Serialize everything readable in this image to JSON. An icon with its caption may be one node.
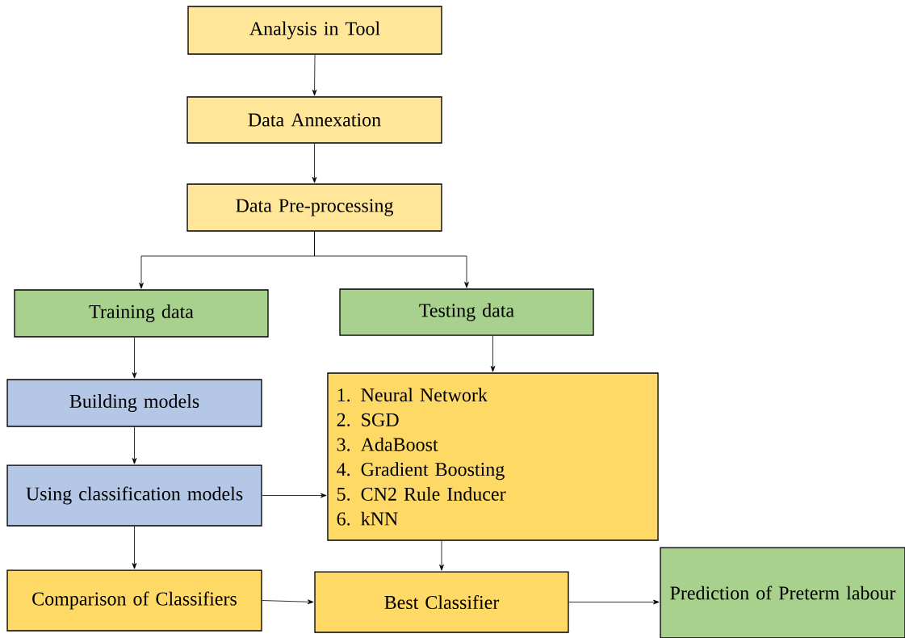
{
  "diagram": {
    "nodes": [
      {
        "text": [
          "Analysis in Tool"
        ]
      },
      {
        "text": [
          "Data Annexation"
        ]
      },
      {
        "text": [
          "Data Pre-processing"
        ]
      },
      {
        "text": [
          "Training data"
        ]
      },
      {
        "text": [
          "Testing  data"
        ]
      },
      {
        "text": [
          "Building models"
        ]
      },
      {
        "text": [
          "Using classification models"
        ]
      },
      {
        "text": [
          "1.  Neural Network",
          "2.  SGD",
          "3.  AdaBoost",
          "4.  Gradient Boosting",
          "5.  CN2 Rule Inducer",
          "6.  kNN"
        ]
      },
      {
        "text": [
          "Comparison of Classifiers"
        ]
      },
      {
        "text": [
          "Best Classifier"
        ]
      },
      {
        "text": [
          "Prediction of Preterm labour"
        ]
      }
    ],
    "edges": [
      {
        "from": 0,
        "to": 1,
        "arrow": "to"
      },
      {
        "from": 1,
        "to": 2,
        "arrow": "to"
      },
      {
        "from": 2,
        "to": 3,
        "arrow": "to"
      },
      {
        "from": 2,
        "to": 4,
        "arrow": "to"
      },
      {
        "from": 3,
        "to": 5,
        "arrow": "to"
      },
      {
        "from": 5,
        "to": 6,
        "arrow": "to"
      },
      {
        "from": 4,
        "to": 7,
        "arrow": "to"
      },
      {
        "from": 6,
        "to": 7,
        "arrow": "to"
      },
      {
        "from": 6,
        "to": 8,
        "arrow": "to"
      },
      {
        "from": 7,
        "to": 9,
        "arrow": "to"
      },
      {
        "from": 8,
        "to": 9,
        "arrow": "to"
      },
      {
        "from": 9,
        "to": 10,
        "arrow": "to"
      }
    ]
  }
}
